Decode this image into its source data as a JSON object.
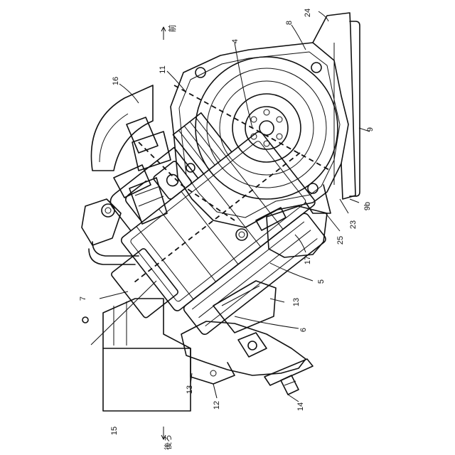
{
  "direction": {
    "front": "前",
    "rear": "後ろ"
  },
  "labels": {
    "l4": "4",
    "l5": "5",
    "l6": "6",
    "l7": "7",
    "l8": "8",
    "l9": "9",
    "l9b": "9b",
    "l11": "11",
    "l12": "12",
    "l13a": "13",
    "l13b": "13",
    "l14": "14",
    "l15": "15",
    "l16": "16",
    "l17": "17",
    "l23": "23",
    "l24": "24",
    "l25": "25"
  }
}
